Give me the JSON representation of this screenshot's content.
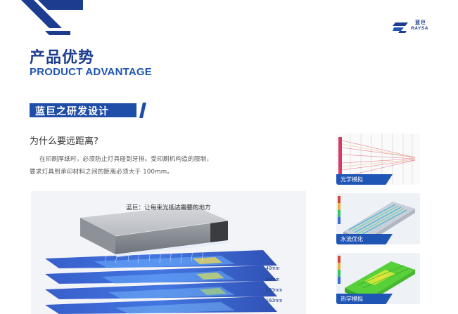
{
  "brand": {
    "name_cn": "蓝巨",
    "name_en": "RAYSA"
  },
  "header": {
    "title_cn": "产品优势",
    "title_en": "PRODUCT ADVANTAGE"
  },
  "section": {
    "heading": "蓝巨之研发设计"
  },
  "content": {
    "question": "为什么要远距离?",
    "para_line1": "在印刷厚纸时，必须防止灯具碰到牙排。受印刷机构造的限制，",
    "para_line2": "要求灯具到承印材料之间的距离必须大于 100mm。"
  },
  "main_figure": {
    "caption": "蓝巨：让每束光抵达需要的地方",
    "distances": [
      "40mm",
      "80mm",
      "120mm",
      "160mm"
    ]
  },
  "thumbnails": [
    {
      "label": "光学模拟"
    },
    {
      "label": "水流优化"
    },
    {
      "label": "热学模拟"
    }
  ],
  "colors": {
    "brand_blue": "#1c3d8f",
    "accent_blue": "#1f55b5"
  }
}
